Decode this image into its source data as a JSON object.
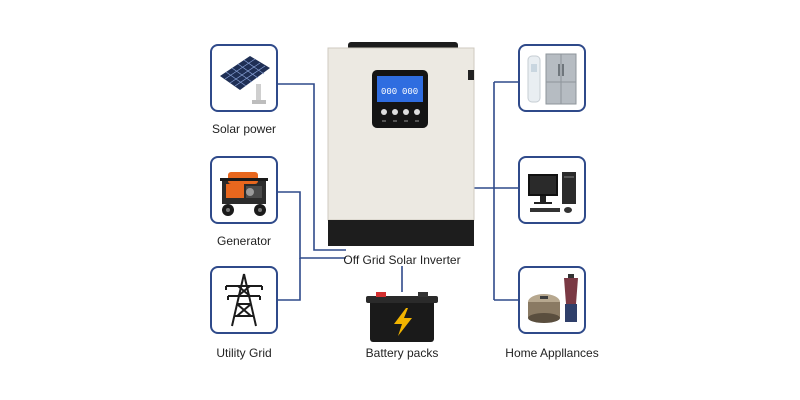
{
  "sources": [
    {
      "id": "solar",
      "label": "Solar power",
      "icon": "solar-panel-icon"
    },
    {
      "id": "generator",
      "label": "Generator",
      "icon": "generator-icon"
    },
    {
      "id": "grid",
      "label": "Utility Grid",
      "icon": "power-tower-icon"
    }
  ],
  "center": {
    "label": "Off Grid Solar Inverter",
    "icon": "inverter-icon",
    "display": {
      "left_value": "000",
      "right_value": "000"
    }
  },
  "storage": {
    "label": "Battery packs",
    "icon": "battery-icon"
  },
  "loads": {
    "label": "Home Appllances",
    "items": [
      {
        "id": "fridge",
        "icon": "refrigerator-ac-icon"
      },
      {
        "id": "computer",
        "icon": "desktop-computer-icon"
      },
      {
        "id": "kitchen",
        "icon": "rice-cooker-blender-icon"
      }
    ]
  },
  "colors": {
    "connector": "#2f4a8a",
    "tile_border": "#2f4a8a",
    "inverter_body": "#ece9e2",
    "inverter_base": "#1d1d1d",
    "lcd": "#2f6de0",
    "battery_bolt": "#f2b400"
  }
}
